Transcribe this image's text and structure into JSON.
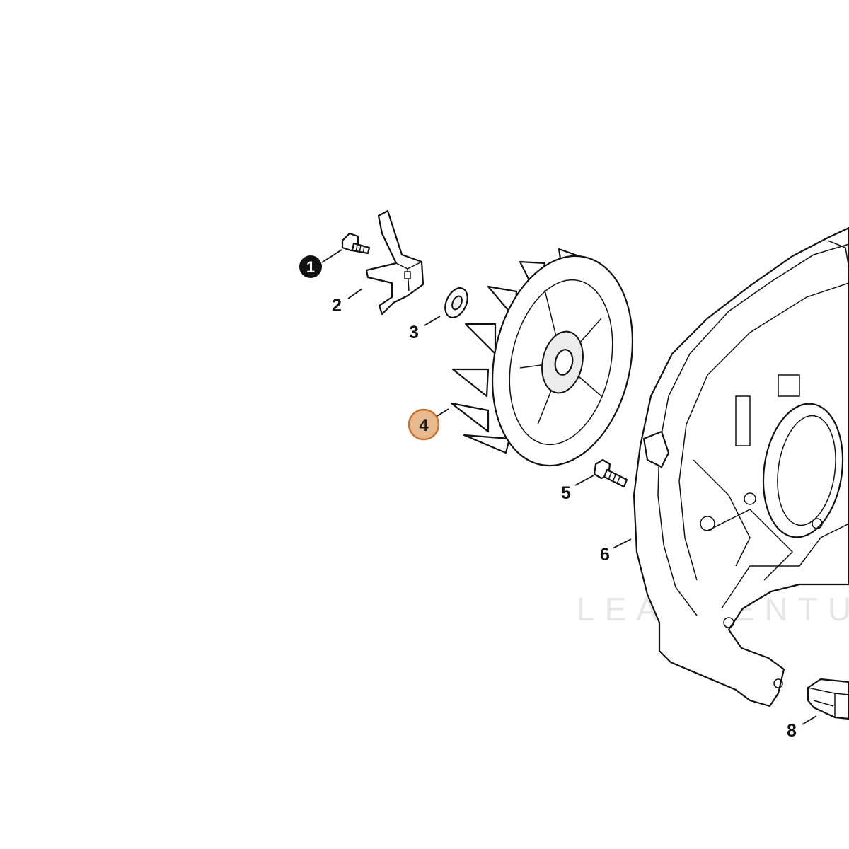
{
  "callouts": [
    {
      "id": "1",
      "label": "1",
      "style": "inverted"
    },
    {
      "id": "2",
      "label": "2",
      "style": "plain"
    },
    {
      "id": "3",
      "label": "3",
      "style": "plain"
    },
    {
      "id": "4",
      "label": "4",
      "style": "highlighted"
    },
    {
      "id": "5",
      "label": "5",
      "style": "plain"
    },
    {
      "id": "6",
      "label": "6",
      "style": "plain"
    },
    {
      "id": "8",
      "label": "8",
      "style": "plain"
    }
  ],
  "watermark": "LEADVENTURE",
  "colors": {
    "highlight_fill": "#e8b98e",
    "highlight_stroke": "#c8712f",
    "line": "#111111",
    "watermark": "#e6e6e6"
  }
}
